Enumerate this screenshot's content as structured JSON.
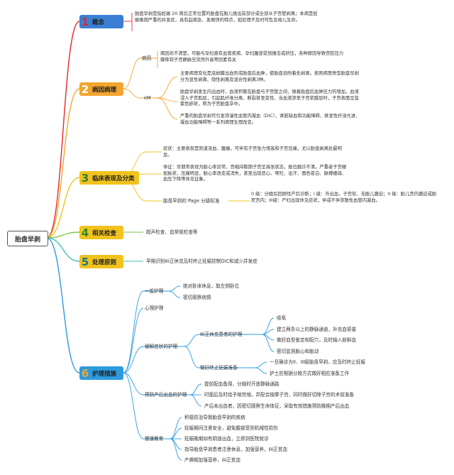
{
  "root": {
    "label": "胎盘早剥"
  },
  "sections": {
    "s1": {
      "num": "1",
      "label": "概念"
    },
    "s2": {
      "num": "2",
      "label": "病因病理"
    },
    "s3": {
      "num": "3",
      "label": "临床表现及分类"
    },
    "s4": {
      "num": "4",
      "label": "相关检查"
    },
    "s5": {
      "num": "5",
      "label": "处理原则"
    },
    "s6": {
      "num": "6",
      "label": "护理措施"
    }
  },
  "s1": {
    "text": "胎盘早剥是指妊娠 20 周后正常位置的胎盘在胎儿娩出前部分或全部从子宫壁剥离；本病是妊娠晚期严重的并发症，具有起病急、发展快的特点，如处理不及时可危及母儿生命。"
  },
  "s2": {
    "cause_label": "病因",
    "cause_text": "病因尚不清楚，可能与孕妇患有血管疾病、孕妇腹部受到撞击或挤压，各种原因导致宫腔压力骤降和子宫静脉压突然升高等因素有关",
    "path_label": "eM",
    "p1": "主要病理变化是底蜕膜出血形成胎盘后血肿，使胎盘自附着处剥离。按照病理类型胎盘早剥分为显性剥离、隐性剥离及混合性剥离3种。",
    "p2": "胎盘早剥发生内出血时，血液积聚在胎盘与子宫壁之间，随着胎盘后血肿压力的增加，血液浸入子宫肌层，引起肌纤维分离、断裂甚至变性，当血液渗至子宫浆膜层时，子宫表面呈蓝紫色瘀斑，称为子宫胎盘卒中。",
    "p3": "严重的胎盘早剥可引发弥漫性血管内凝血（DIC）、肾脏缺血和功能障碍、继发性纤溶亢进、凝血功能障碍等一系列病理生理改变。"
  },
  "s3": {
    "symptom": "症状：主要表现是阴道流血、腹痛，可伴有子宫张力增高和子宫压痛，尤以胎盘剥离处最明显。",
    "sign": "体征：早期常表现为胎心率异常，宫缩间歇期子宫呈高张状态，胎位触诊不清。严重者子宫硬如板状，压痛明显，胎心率改变或消失，甚至出现恶心、呕吐、出汗、面色苍白、脉搏细弱、血压下降等休克征象。",
    "grade_label": "胎盘早剥的 Page 分级标准",
    "grade_text": "0 级：分娩后回顾性产后诊断；I 级：外出血，子宫软，无胎儿窘迫；II 级：胎儿宫内窘迫或胎死宫内；III级：产妇出现休克症状，伴或不伴弥散性血管内凝血。"
  },
  "s4": {
    "text": "超声检查、血常规检查等"
  },
  "s5": {
    "text": "早期识别纠正休克及时终止妊娠控制DIC和减少并发症"
  },
  "s6": {
    "general": "一般护理",
    "general_items": [
      "绝对卧床休息，取左侧卧位",
      "密切观察病情"
    ],
    "psych": "心理护理",
    "comp": "缓解症状的护理",
    "shock": "纠正休克患者的护理",
    "shock_items": [
      "吸氧",
      "建立两条以上的静脉通道，补充血容量",
      "做好血型鉴定和配穴，及时输入新鲜血",
      "密切监测胎心和胎动"
    ],
    "term": "做好终止妊娠准备",
    "term_items": [
      "一旦确诊为II、III级胎盘早剥，应及时终止妊娠",
      "护士应根据分娩方式做好相应准备工作"
    ],
    "pph": "预防产后出血的护理",
    "pph_items": [
      "提前配血备用，分娩时开放静脉通路",
      "时面后及时给予缩宫缩，并配合按摩子宫，同时做好切除子宫的术前准备",
      "产后未出血者，因密切观察生命体征，采取有效措施预防晚期产后出血"
    ],
    "edu": "健康教育",
    "edu_items": [
      "积极防治导致胎盘早剥的疾病",
      "妊娠期间注意安全，避免腹部受到机械性损伤",
      "妊娠晚期如有阴道出血，立即到医院就诊",
      "指导胎盘早剥患者注意休息，加强营养，纠正贫血",
      "产褥期加强营养，纠正贫血"
    ]
  },
  "colors": {
    "branch_red": "#e8262a",
    "branch_orange": "#f3a530",
    "branch_yellow": "#e8c620",
    "branch_green": "#7cc242",
    "branch_teal": "#3fbfb4",
    "branch_blue": "#2d9be0"
  }
}
